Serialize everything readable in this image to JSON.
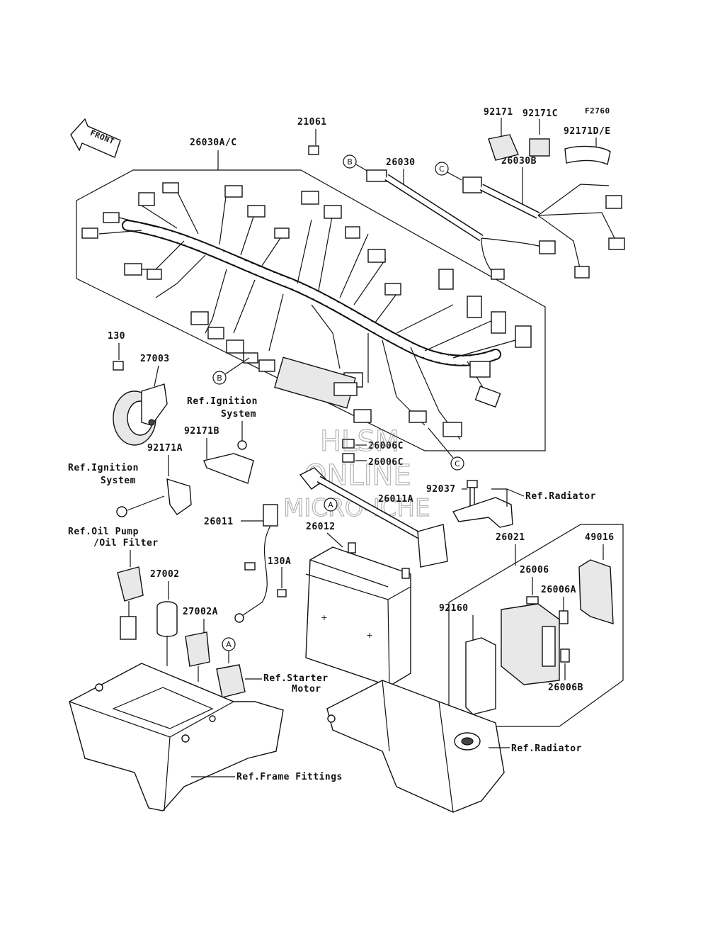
{
  "diagram_code": "F2760",
  "front_label": "FRONT",
  "part_numbers": {
    "p26030ac": "26030A/C",
    "p21061": "21061",
    "p92171": "92171",
    "p92171c": "92171C",
    "p92171de": "92171D/E",
    "p26030": "26030",
    "p26030b": "26030B",
    "p130": "130",
    "p27003": "27003",
    "p92171b": "92171B",
    "p92171a": "92171A",
    "p26006c_1": "26006C",
    "p26006c_2": "26006C",
    "p92037": "92037",
    "p26011": "26011",
    "p26011a": "26011A",
    "p26012": "26012",
    "p26021": "26021",
    "p49016": "49016",
    "p130a": "130A",
    "p27002": "27002",
    "p27002a": "27002A",
    "p26006": "26006",
    "p26006a": "26006A",
    "p92160": "92160",
    "p26006b": "26006B"
  },
  "references": {
    "ignition_1_line1": "Ref.Ignition",
    "ignition_1_line2": "System",
    "ignition_2_line1": "Ref.Ignition",
    "ignition_2_line2": "System",
    "oil_line1": "Ref.Oil Pump",
    "oil_line2": "/Oil Filter",
    "radiator_1": "Ref.Radiator",
    "radiator_2": "Ref.Radiator",
    "starter_line1": "Ref.Starter",
    "starter_line2": "Motor",
    "frame": "Ref.Frame Fittings"
  },
  "connector_markers": {
    "b_top": "B",
    "c_top": "C",
    "b_mid": "B",
    "c_mid": "C",
    "a_mid": "A",
    "a_low": "A"
  },
  "watermark": {
    "line1": "HLSM",
    "line2": "ONLINE",
    "line3": "MICRO-ICHE"
  }
}
